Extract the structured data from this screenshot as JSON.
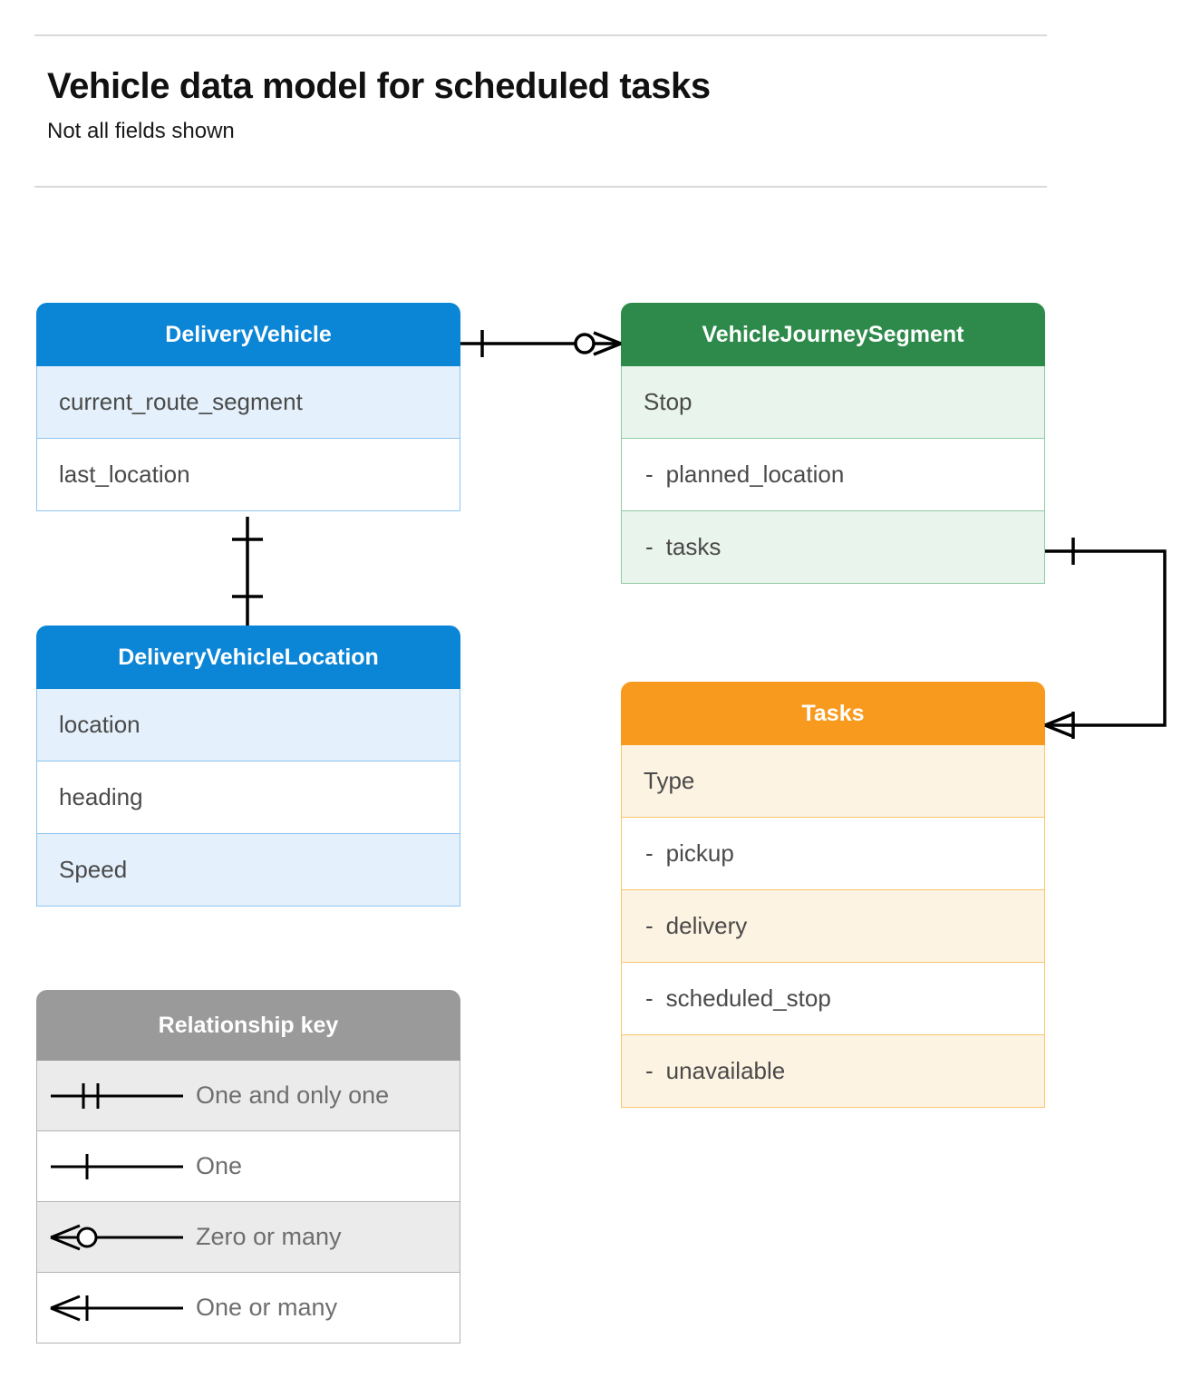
{
  "header": {
    "title": "Vehicle data model for scheduled tasks",
    "subtitle": "Not all fields shown"
  },
  "colors": {
    "blue_header": "#0b85d6",
    "blue_row": "#e4f0fb",
    "blue_border": "#8ec5f0",
    "green_header": "#2d8a4a",
    "green_row": "#e8f4ec",
    "green_border": "#8fcba3",
    "orange_header": "#f89a1e",
    "orange_row": "#fdf3e2",
    "orange_border": "#fac76a",
    "gray_header": "#9a9a9a",
    "gray_row": "#ebebeb",
    "gray_border": "#b3b3b3",
    "connector": "#000000",
    "rule": "#d9d9d9"
  },
  "entities": [
    {
      "id": "delivery-vehicle",
      "name": "DeliveryVehicle",
      "theme": "blue",
      "rows": [
        {
          "label": "current_route_segment",
          "sub": false
        },
        {
          "label": "last_location",
          "sub": false
        }
      ]
    },
    {
      "id": "vehicle-journey-segment",
      "name": "VehicleJourneySegment",
      "theme": "green",
      "rows": [
        {
          "label": "Stop",
          "sub": false
        },
        {
          "label": "planned_location",
          "sub": true,
          "dash": "-"
        },
        {
          "label": "tasks",
          "sub": true,
          "dash": "-"
        }
      ]
    },
    {
      "id": "delivery-vehicle-location",
      "name": "DeliveryVehicleLocation",
      "theme": "blue",
      "rows": [
        {
          "label": "location",
          "sub": false
        },
        {
          "label": "heading",
          "sub": false
        },
        {
          "label": "Speed",
          "sub": false
        }
      ]
    },
    {
      "id": "tasks",
      "name": "Tasks",
      "theme": "orange",
      "rows": [
        {
          "label": "Type",
          "sub": false
        },
        {
          "label": "pickup",
          "sub": true,
          "dash": "-"
        },
        {
          "label": "delivery",
          "sub": true,
          "dash": "-"
        },
        {
          "label": "scheduled_stop",
          "sub": true,
          "dash": "-"
        },
        {
          "label": "unavailable",
          "sub": true,
          "dash": "-"
        }
      ]
    }
  ],
  "legend": {
    "title": "Relationship key",
    "items": [
      {
        "symbol": "one-and-only-one",
        "label": "One and only one"
      },
      {
        "symbol": "one",
        "label": "One"
      },
      {
        "symbol": "zero-or-many",
        "label": "Zero or many"
      },
      {
        "symbol": "one-or-many",
        "label": "One or many"
      }
    ]
  },
  "relationships": [
    {
      "id": "deliveryvehicle-to-journeysegment",
      "from": "DeliveryVehicle",
      "to": "VehicleJourneySegment",
      "from_cardinality": "one",
      "to_cardinality": "zero-or-many"
    },
    {
      "id": "deliveryvehicle-to-vehiclelocation",
      "from": "DeliveryVehicle",
      "to": "DeliveryVehicleLocation",
      "from_cardinality": "one",
      "to_cardinality": "one"
    },
    {
      "id": "journeysegment-tasks-to-tasks",
      "from": "VehicleJourneySegment.tasks",
      "to": "Tasks",
      "from_cardinality": "one",
      "to_cardinality": "one-or-many"
    }
  ]
}
